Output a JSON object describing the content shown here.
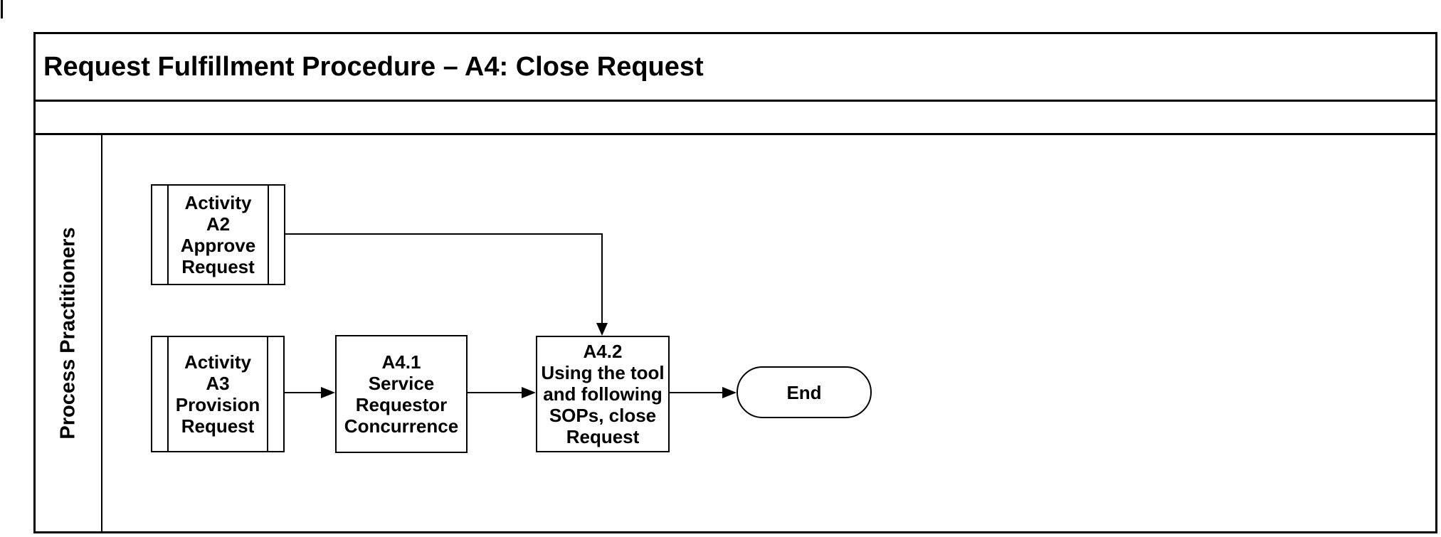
{
  "page": {
    "title": "Request Fulfillment Procedure – A4: Close Request",
    "lane": {
      "label": "Process Practitioners"
    },
    "nodes": {
      "a2": {
        "type": "predefined-process",
        "label": "Activity\nA2\nApprove\nRequest"
      },
      "a3": {
        "type": "predefined-process",
        "label": "Activity\nA3\nProvision\nRequest"
      },
      "a41": {
        "type": "process",
        "label": "A4.1\nService\nRequestor\nConcurrence"
      },
      "a42": {
        "type": "process",
        "label": "A4.2\nUsing the tool\nand following\nSOPs, close\nRequest"
      },
      "end": {
        "type": "terminator",
        "label": "End"
      }
    },
    "edges": [
      {
        "from": "a2",
        "to": "a42",
        "route": "right-then-down"
      },
      {
        "from": "a3",
        "to": "a41",
        "route": "right"
      },
      {
        "from": "a41",
        "to": "a42",
        "route": "right"
      },
      {
        "from": "a42",
        "to": "end",
        "route": "right"
      }
    ],
    "colors": {
      "line": "#000000",
      "background": "#ffffff",
      "text": "#000000"
    }
  }
}
